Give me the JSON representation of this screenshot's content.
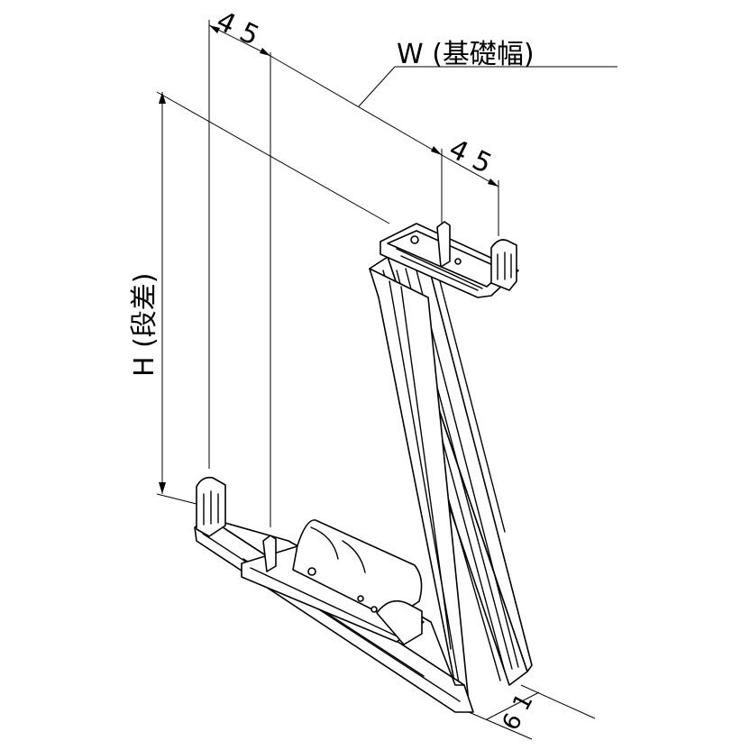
{
  "dimensions": {
    "top_left": "4 5",
    "width_label": "W (基礎幅)",
    "top_right": "4 5",
    "height_label": "H (段差)",
    "bottom_depth": "6 1"
  }
}
